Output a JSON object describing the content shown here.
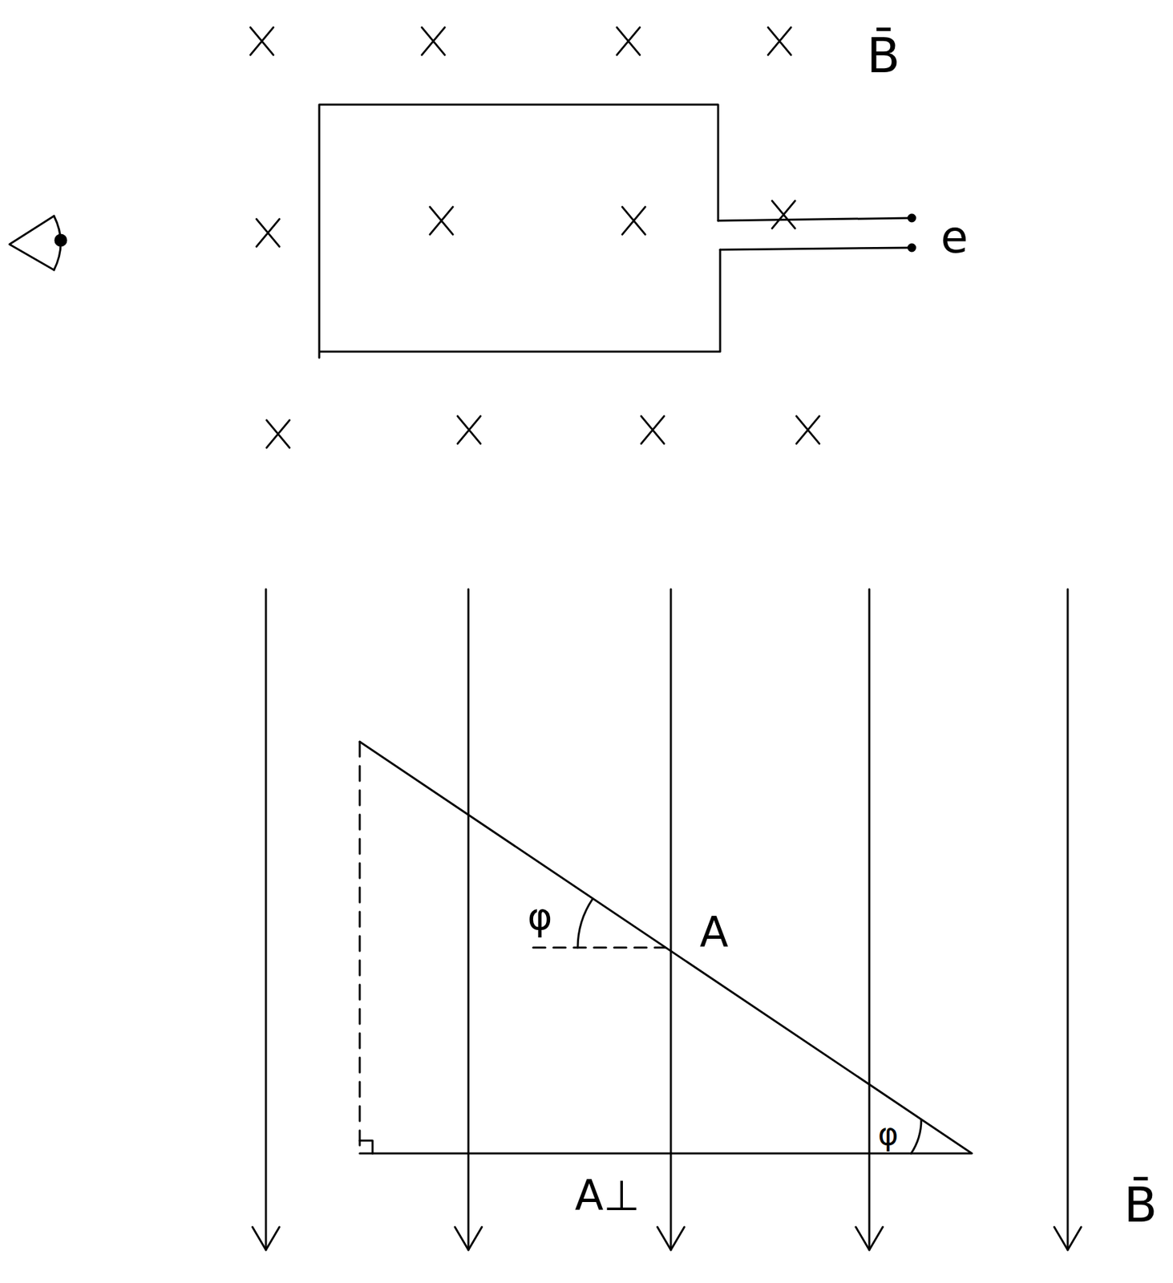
{
  "diagram": {
    "labels": [
      "B̄",
      "e",
      "φ",
      "A",
      "φ",
      "A⊥",
      "B̄"
    ]
  }
}
